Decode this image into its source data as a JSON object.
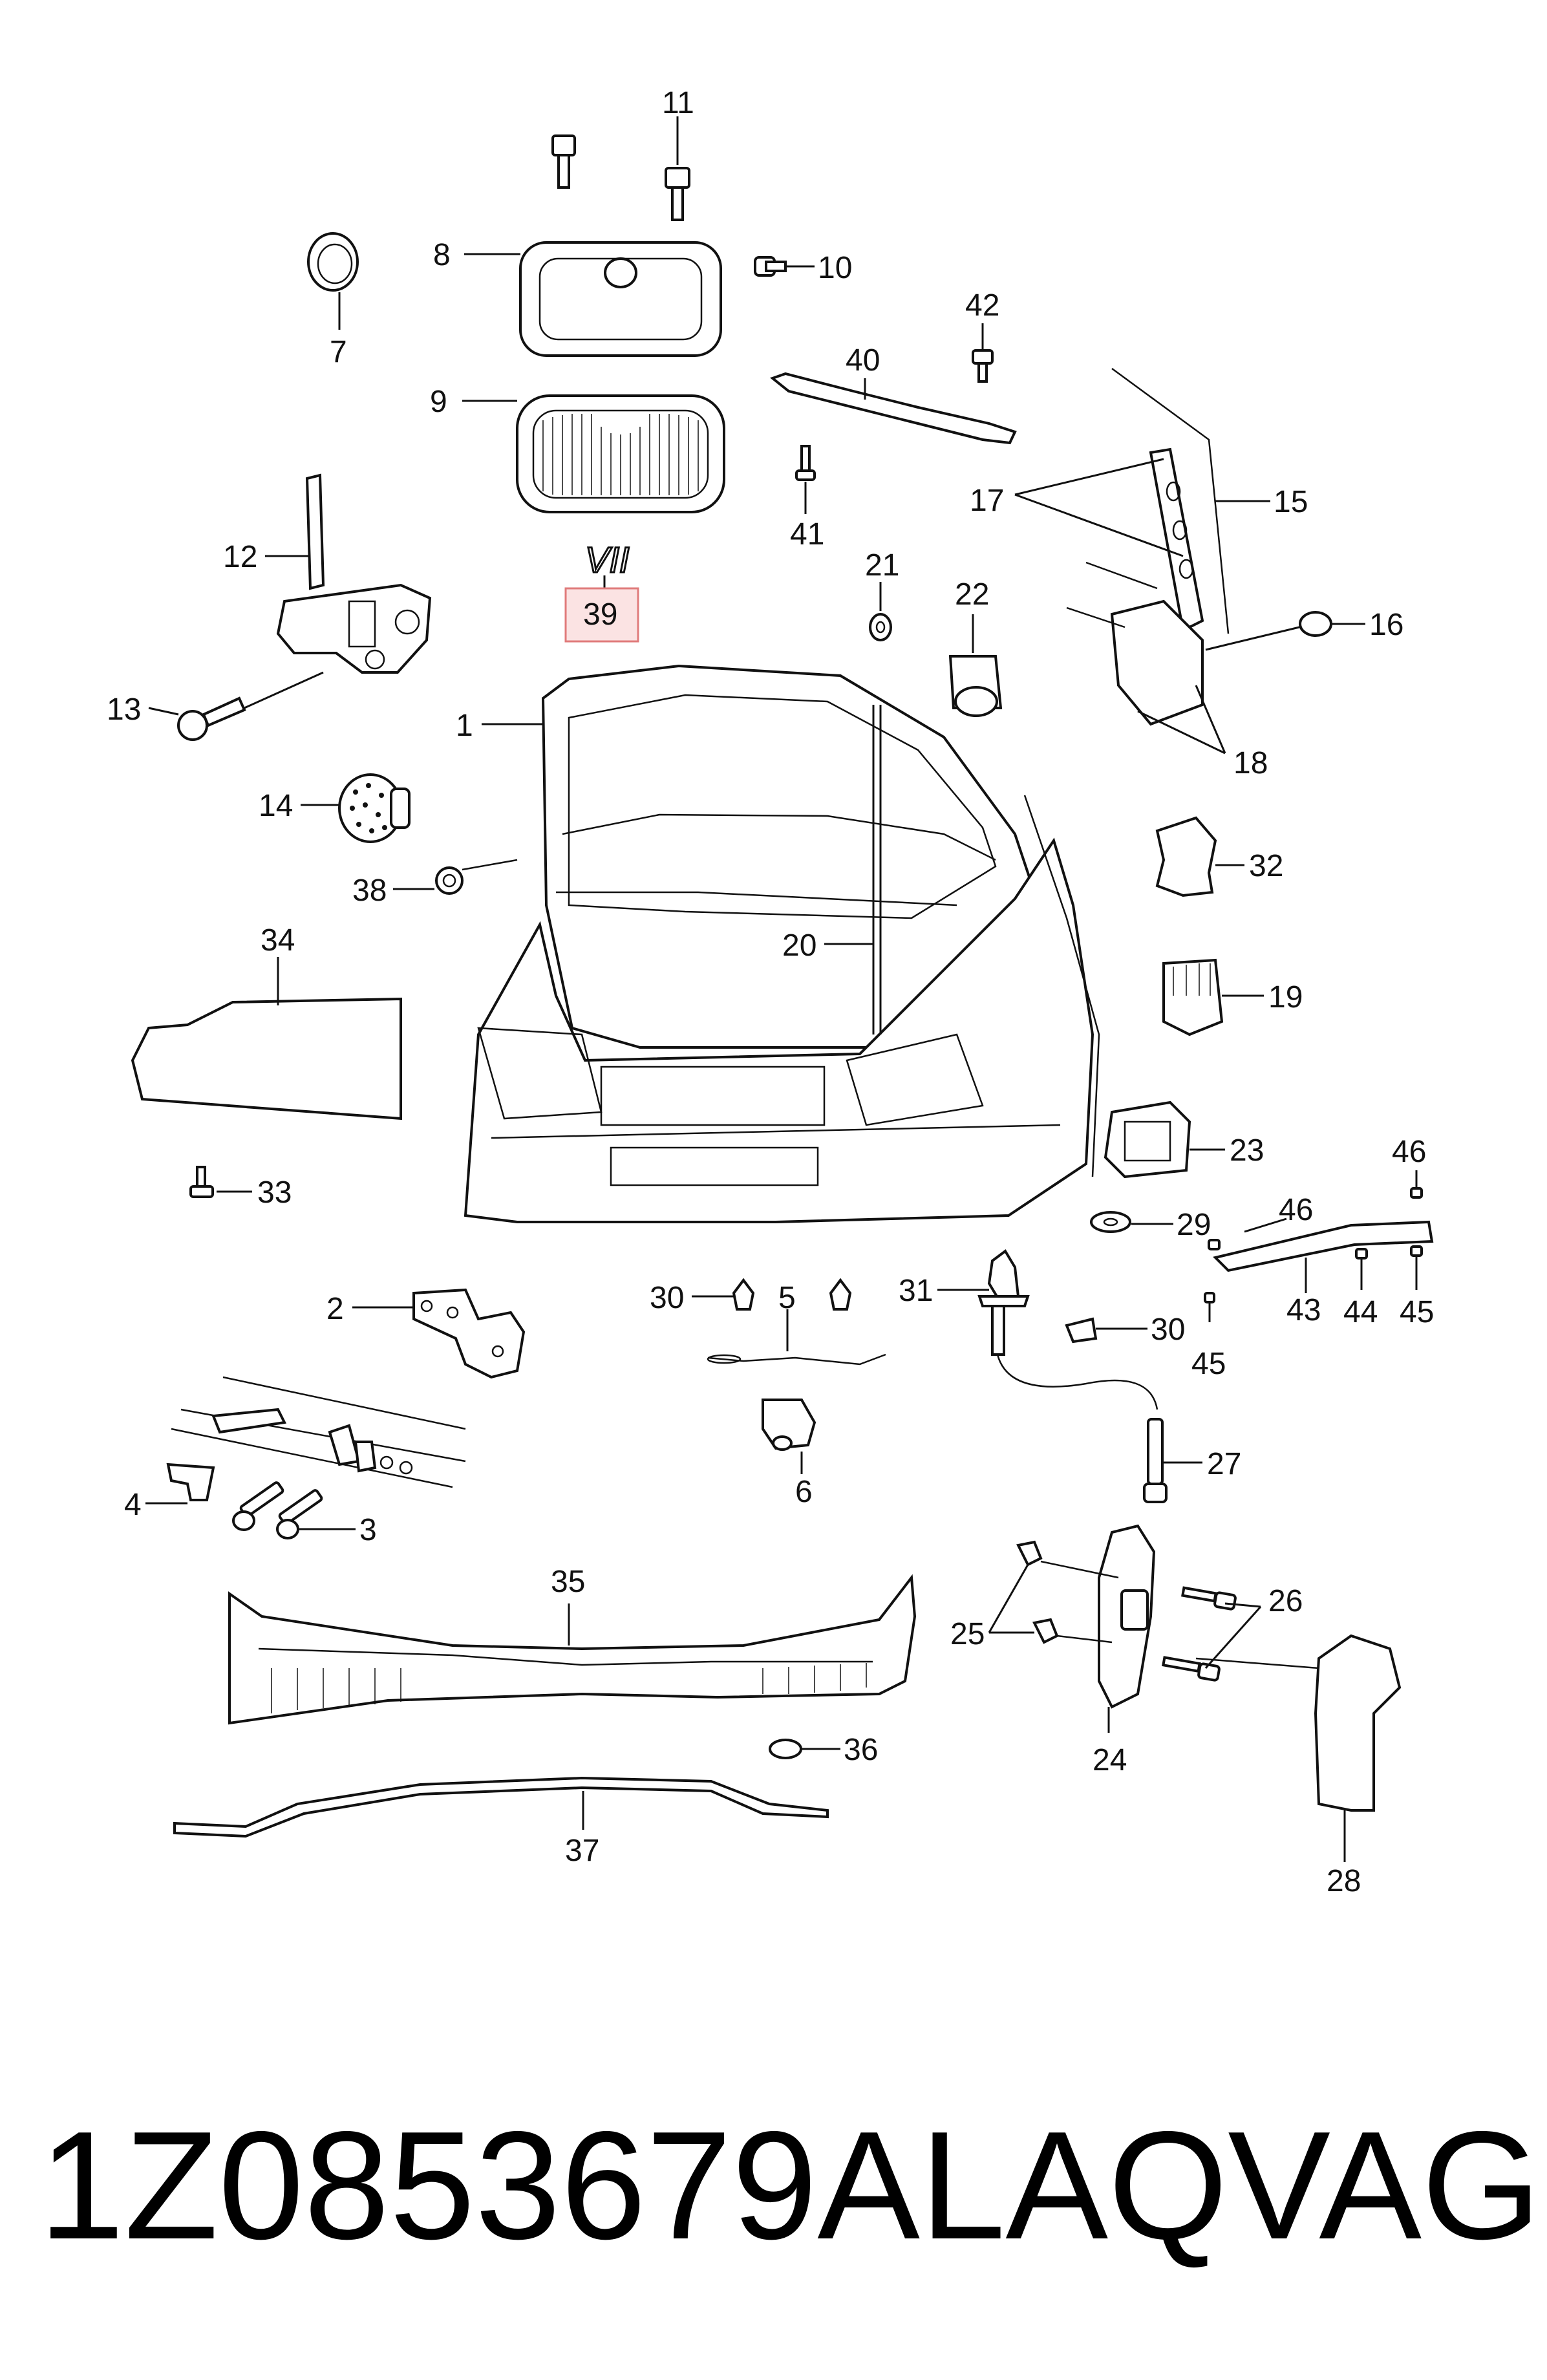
{
  "labels": {
    "p1": "1",
    "p2": "2",
    "p3": "3",
    "p4": "4",
    "p5": "5",
    "p6": "6",
    "p7": "7",
    "p8": "8",
    "p9": "9",
    "p10": "10",
    "p11": "11",
    "p12": "12",
    "p13": "13",
    "p14": "14",
    "p15": "15",
    "p16": "16",
    "p17": "17",
    "p18": "18",
    "p19": "19",
    "p20": "20",
    "p21": "21",
    "p22": "22",
    "p23": "23",
    "p24": "24",
    "p25": "25",
    "p26": "26",
    "p27": "27",
    "p28": "28",
    "p29": "29",
    "p30a": "30",
    "p30b": "30",
    "p31": "31",
    "p32": "32",
    "p33": "33",
    "p34": "34",
    "p35": "35",
    "p36": "36",
    "p37": "37",
    "p38": "38",
    "p39": "39",
    "p40": "40",
    "p41": "41",
    "p42": "42",
    "p43": "43",
    "p44": "44",
    "p45a": "45",
    "p45b": "45",
    "p46a": "46",
    "p46b": "46"
  },
  "emblem_text": "VII",
  "footer": {
    "part_number": "1Z0853679ALAQ",
    "brand": "VAG"
  },
  "colors": {
    "highlight_fill": "#fbe3e3",
    "highlight_stroke": "#e07b7b",
    "line": "#111111"
  }
}
